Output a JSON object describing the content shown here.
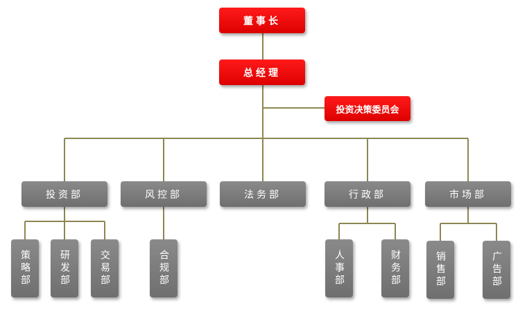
{
  "org": {
    "chairman": "董事长",
    "gm": "总经理",
    "committee": "投资决策委员会",
    "departments": {
      "investment": "投资部",
      "risk": "风控部",
      "legal": "法务部",
      "admin": "行政部",
      "market": "市场部"
    },
    "sub": {
      "strategy": "策略部",
      "research": "研发部",
      "trading": "交易部",
      "compliance": "合规部",
      "hr": "人事部",
      "finance": "财务部",
      "sales": "销售部",
      "ads": "广告部"
    }
  },
  "colors": {
    "top": "#ee0000",
    "dept": "#7a7a7a",
    "line": "#8b8650"
  }
}
